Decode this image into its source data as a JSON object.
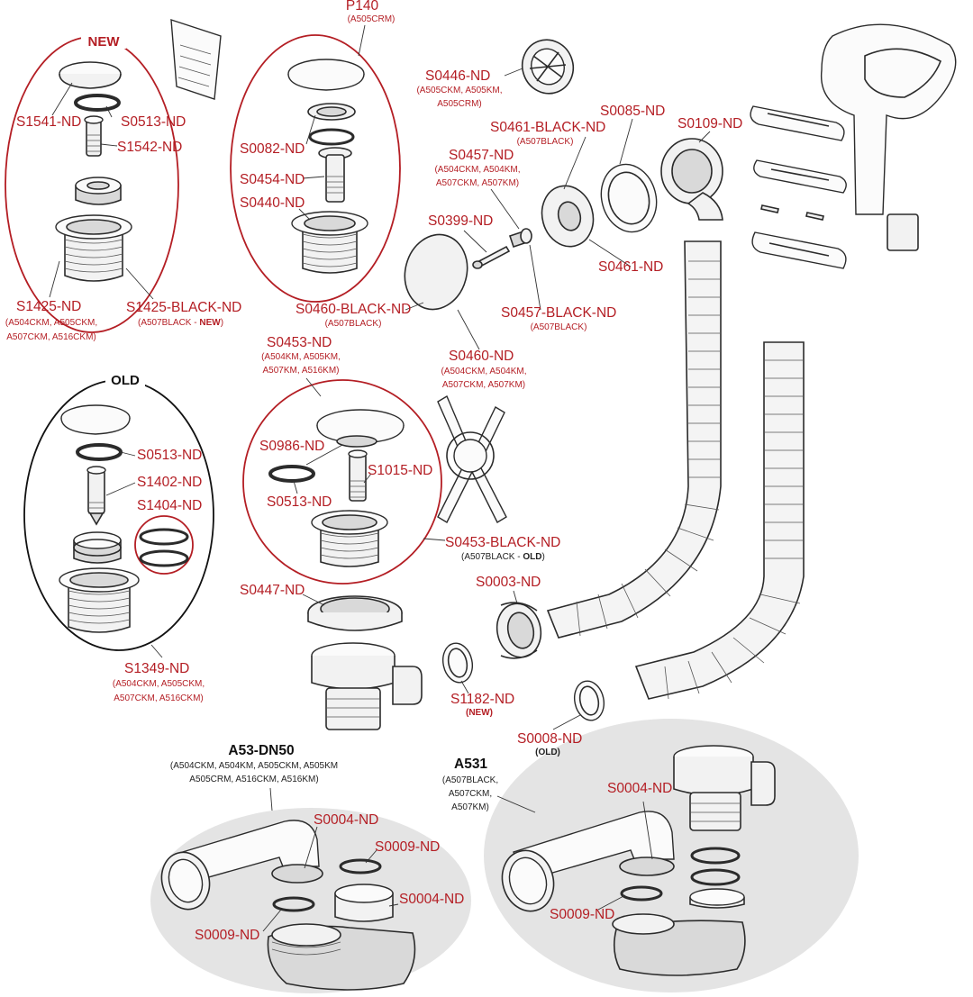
{
  "colors": {
    "label": "#b41e24",
    "outline": "#2b2b2b",
    "group_old": "#111111",
    "group_bg": "#e4e4e4"
  },
  "groups": {
    "new_title": "NEW",
    "old_title": "OLD",
    "p140_title": "P140",
    "p140_sub": "(A505CRM)"
  },
  "labels": {
    "s1541": "S1541-ND",
    "s0513_new": "S0513-ND",
    "s1542": "S1542-ND",
    "s1425": "S1425-ND",
    "s1425_sub1": "(A504CKM, A505CKM,",
    "s1425_sub2": "A507CKM, A516CKM)",
    "s1425b": "S1425-BLACK-ND",
    "s1425b_sub_a": "(A507BLACK - ",
    "s1425b_sub_new": "NEW",
    "s1425b_sub_c": ")",
    "s0082": "S0082-ND",
    "s0454": "S0454-ND",
    "s0440": "S0440-ND",
    "s0446": "S0446-ND",
    "s0446_sub1": "(A505CKM, A505KM,",
    "s0446_sub2": "A505CRM)",
    "s0461b": "S0461-BLACK-ND",
    "s0461b_sub": "(A507BLACK)",
    "s0085": "S0085-ND",
    "s0109": "S0109-ND",
    "s0457": "S0457-ND",
    "s0457_sub1": "(A504CKM, A504KM,",
    "s0457_sub2": "A507CKM, A507KM)",
    "s0399": "S0399-ND",
    "s0461": "S0461-ND",
    "s0460b": "S0460-BLACK-ND",
    "s0460b_sub": "(A507BLACK)",
    "s0457b": "S0457-BLACK-ND",
    "s0457b_sub": "(A507BLACK)",
    "s0453": "S0453-ND",
    "s0453_sub1": "(A504KM, A505KM,",
    "s0453_sub2": "A507KM, A516KM)",
    "s0460": "S0460-ND",
    "s0460_sub1": "(A504CKM, A504KM,",
    "s0460_sub2": "A507CKM, A507KM)",
    "s0513_old": "S0513-ND",
    "s1402": "S1402-ND",
    "s1404": "S1404-ND",
    "s1349": "S1349-ND",
    "s1349_sub1": "(A504CKM, A505CKM,",
    "s1349_sub2": "A507CKM, A516CKM)",
    "s0986": "S0986-ND",
    "s1015": "S1015-ND",
    "s0513_mid": "S0513-ND",
    "s0453b": "S0453-BLACK-ND",
    "s0453b_sub_a": "(A507BLACK - ",
    "s0453b_sub_old": "OLD",
    "s0453b_sub_c": ")",
    "s0447": "S0447-ND",
    "s0003": "S0003-ND",
    "s1182": "S1182-ND",
    "s1182_sub": "(NEW)",
    "s0008": "S0008-ND",
    "s0008_sub": "(OLD)",
    "a53_title": "A53-DN50",
    "a53_sub1": "(A504CKM, A504KM, A505CKM, A505KM",
    "a53_sub2": "A505CRM, A516CKM, A516KM)",
    "a53_s0004a": "S0004-ND",
    "a53_s0009a": "S0009-ND",
    "a53_s0004b": "S0004-ND",
    "a53_s0009b": "S0009-ND",
    "a531_title": "A531",
    "a531_sub1": "(A507BLACK,",
    "a531_sub2": "A507CKM,",
    "a531_sub3": "A507KM)",
    "a531_s0004": "S0004-ND",
    "a531_s0009": "S0009-ND"
  }
}
